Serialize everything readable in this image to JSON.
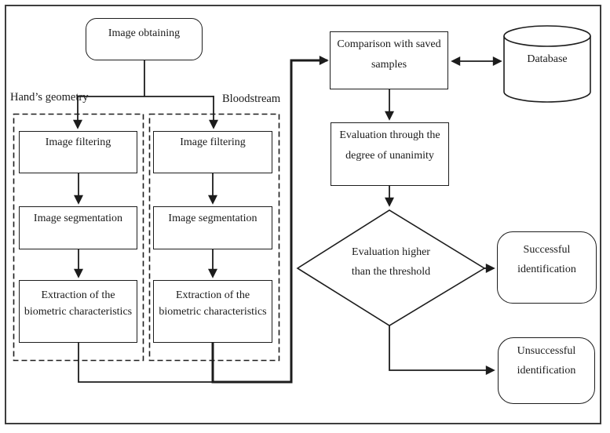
{
  "colors": {
    "line": "#1c1c1c",
    "text": "#1a1a1a",
    "frame_border": "#3d3d3d",
    "background": "#ffffff"
  },
  "nodes": {
    "image_obtaining": "Image obtaining",
    "hand_geometry_branch": "Hand’s geometry",
    "bloodstream_branch": "Bloodstream",
    "image_filtering": "Image filtering",
    "image_segmentation": "Image segmentation",
    "extraction": {
      "line1": "Extraction of the",
      "line2": "biometric characteristics"
    },
    "comparison": {
      "line1": "Comparison with saved",
      "line2": "samples"
    },
    "database": "Database",
    "evaluation": {
      "line1": "Evaluation through the",
      "line2": "degree of unanimity"
    },
    "decision": {
      "line1": "Evaluation higher",
      "line2": "than the threshold"
    },
    "successful": {
      "line1": "Successful",
      "line2": "identification"
    },
    "unsuccessful": {
      "line1": "Unsuccessful",
      "line2": "identification"
    }
  }
}
